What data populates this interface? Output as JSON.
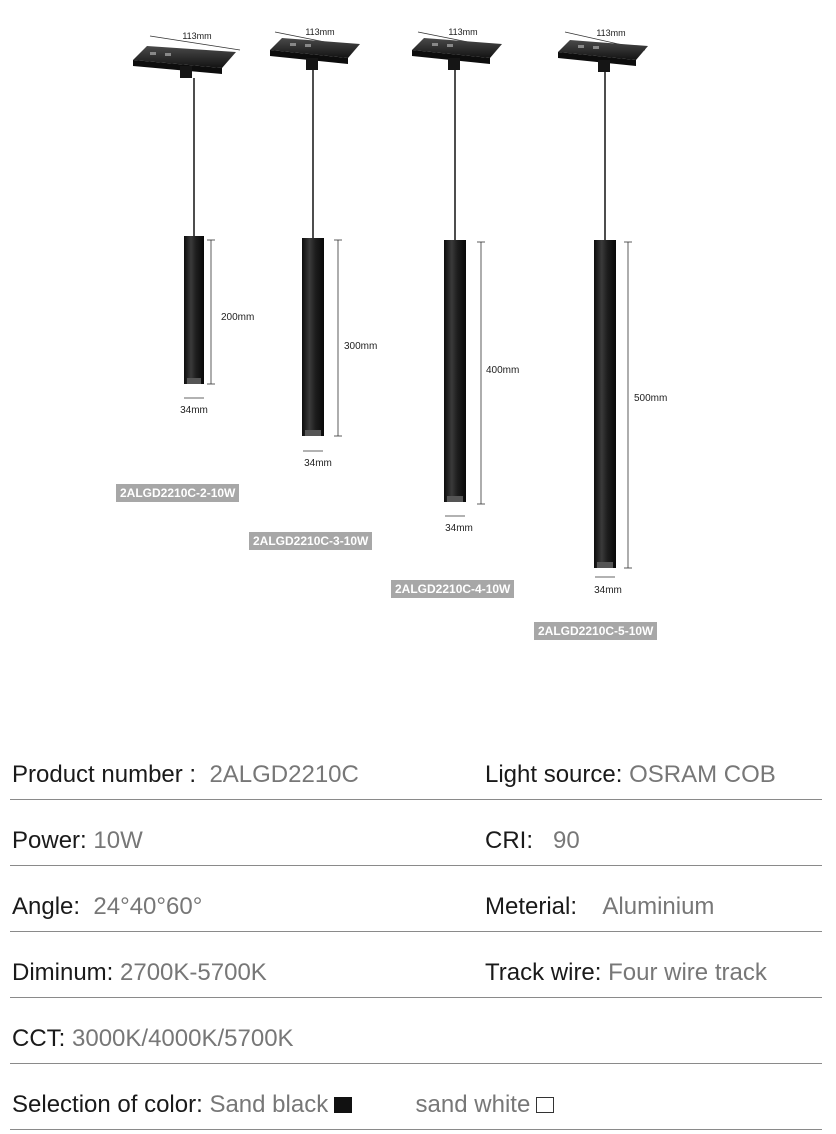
{
  "products": [
    {
      "model": "2ALGD2210C-2-10W",
      "track_width": "113mm",
      "length": "200mm",
      "diameter": "34mm"
    },
    {
      "model": "2ALGD2210C-3-10W",
      "track_width": "113mm",
      "length": "300mm",
      "diameter": "34mm"
    },
    {
      "model": "2ALGD2210C-4-10W",
      "track_width": "113mm",
      "length": "400mm",
      "diameter": "34mm"
    },
    {
      "model": "2ALGD2210C-5-10W",
      "track_width": "113mm",
      "length": "500mm",
      "diameter": "34mm"
    }
  ],
  "specs": {
    "product_number": {
      "label": "Product number :",
      "value": "2ALGD2210C"
    },
    "light_source": {
      "label": "Light source:",
      "value": "OSRAM COB"
    },
    "power": {
      "label": "Power:",
      "value": "10W"
    },
    "cri": {
      "label": "CRI:",
      "value": "90"
    },
    "angle": {
      "label": "Angle:",
      "value": "24°40°60°"
    },
    "material": {
      "label": "Meterial:",
      "value": "Aluminium"
    },
    "diminum": {
      "label": "Diminum:",
      "value": "2700K-5700K"
    },
    "track_wire": {
      "label": "Track wire:",
      "value": "Four wire track"
    },
    "cct": {
      "label": "CCT:",
      "value": "3000K/4000K/5700K"
    },
    "color": {
      "label": "Selection of color:",
      "option1": "Sand black",
      "option2": "sand white"
    }
  },
  "colors": {
    "body": "#1c1c1c",
    "tag_bg": "#a7a7a7",
    "divider": "#8a8a8a",
    "value_text": "#777777"
  }
}
